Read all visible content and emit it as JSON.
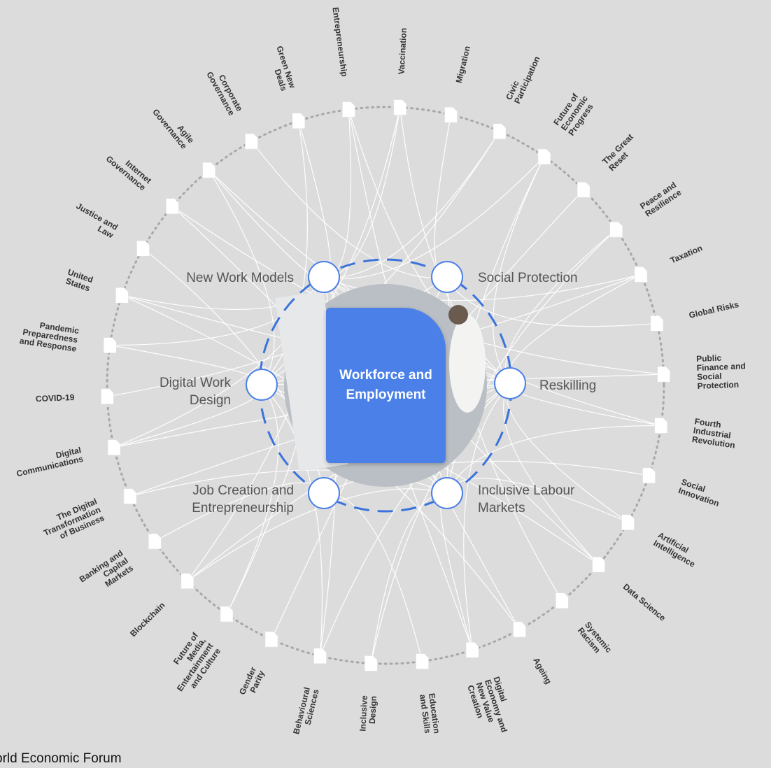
{
  "center_topic": {
    "label": "Workforce and Employment"
  },
  "inner_topics": [
    {
      "name": "new-work-models",
      "label": "New Work Models"
    },
    {
      "name": "social-protection",
      "label": "Social Protection"
    },
    {
      "name": "digital-work-design",
      "label": "Digital Work Design"
    },
    {
      "name": "reskilling",
      "label": "Reskilling"
    },
    {
      "name": "job-creation-and-entrepreneurship",
      "label": "Job Creation and Entrepreneurship"
    },
    {
      "name": "inclusive-labour-markets",
      "label": "Inclusive Labour Markets"
    }
  ],
  "outer_topics": [
    "Vaccination",
    "Migration",
    "Civic Participation",
    "Future of Economic Progress",
    "The Great Reset",
    "Peace and Resilience",
    "Taxation",
    "Global Risks",
    "Public Finance and Social Protection",
    "Fourth Industrial Revolution",
    "Social Innovation",
    "Artificial Intelligence",
    "Data Science",
    "Systemic Racism",
    "Ageing",
    "Digital Economy and New Value Creation",
    "Education and Skills",
    "Inclusive Design",
    "Behavioural Sciences",
    "Gender Parity",
    "Future of Media, Entertainment and Culture",
    "Blockchain",
    "Banking and Capital Markets",
    "The Digital Transformation of Business",
    "Digital Communications",
    "COVID-19",
    "Pandemic Preparedness and Response",
    "United States",
    "Justice and Law",
    "Internet Governance",
    "Agile Governance",
    "Corporate Governance",
    "Green New Deals",
    "Entrepreneurship"
  ],
  "footer": {
    "text": "orld Economic Forum"
  },
  "colors": {
    "background": "#dcdcdc",
    "accent": "#4a80e8",
    "ring_dash": "#3b73dc",
    "connector": "#ffffff",
    "outer_ring": "#a8a8a8"
  }
}
